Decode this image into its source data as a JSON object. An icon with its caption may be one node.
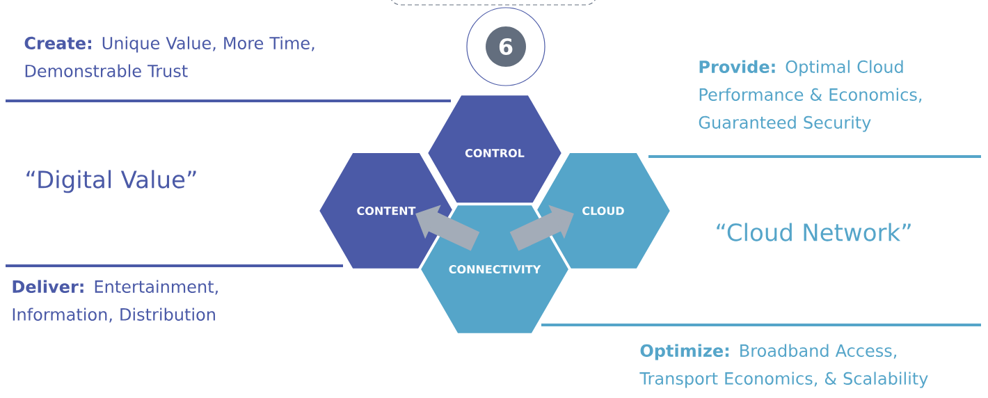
{
  "diagram": {
    "nodes": [
      {
        "text": [
          "CONTROL"
        ]
      },
      {
        "text": [
          "CONTENT"
        ]
      },
      {
        "text": [
          "CLOUD"
        ]
      },
      {
        "text": [
          "CONNECTIVITY"
        ]
      },
      {
        "text": [
          "6"
        ]
      }
    ],
    "edges": [
      {
        "from": 3,
        "to": 1,
        "arrow": "to"
      },
      {
        "from": 3,
        "to": 2,
        "arrow": "to"
      }
    ],
    "labels": [
      "**Create:**  Unique Value, More Time, Demonstrable Trust",
      "**Provide:**  Optimal Cloud Performance & Economics, Guaranteed Security",
      "“Digital Value”",
      "“Cloud Network”",
      "**Deliver:**  Entertainment, Information, Distribution",
      "**Optimize:**  Broadband Access, Transport Economics, & Scalability"
    ]
  }
}
